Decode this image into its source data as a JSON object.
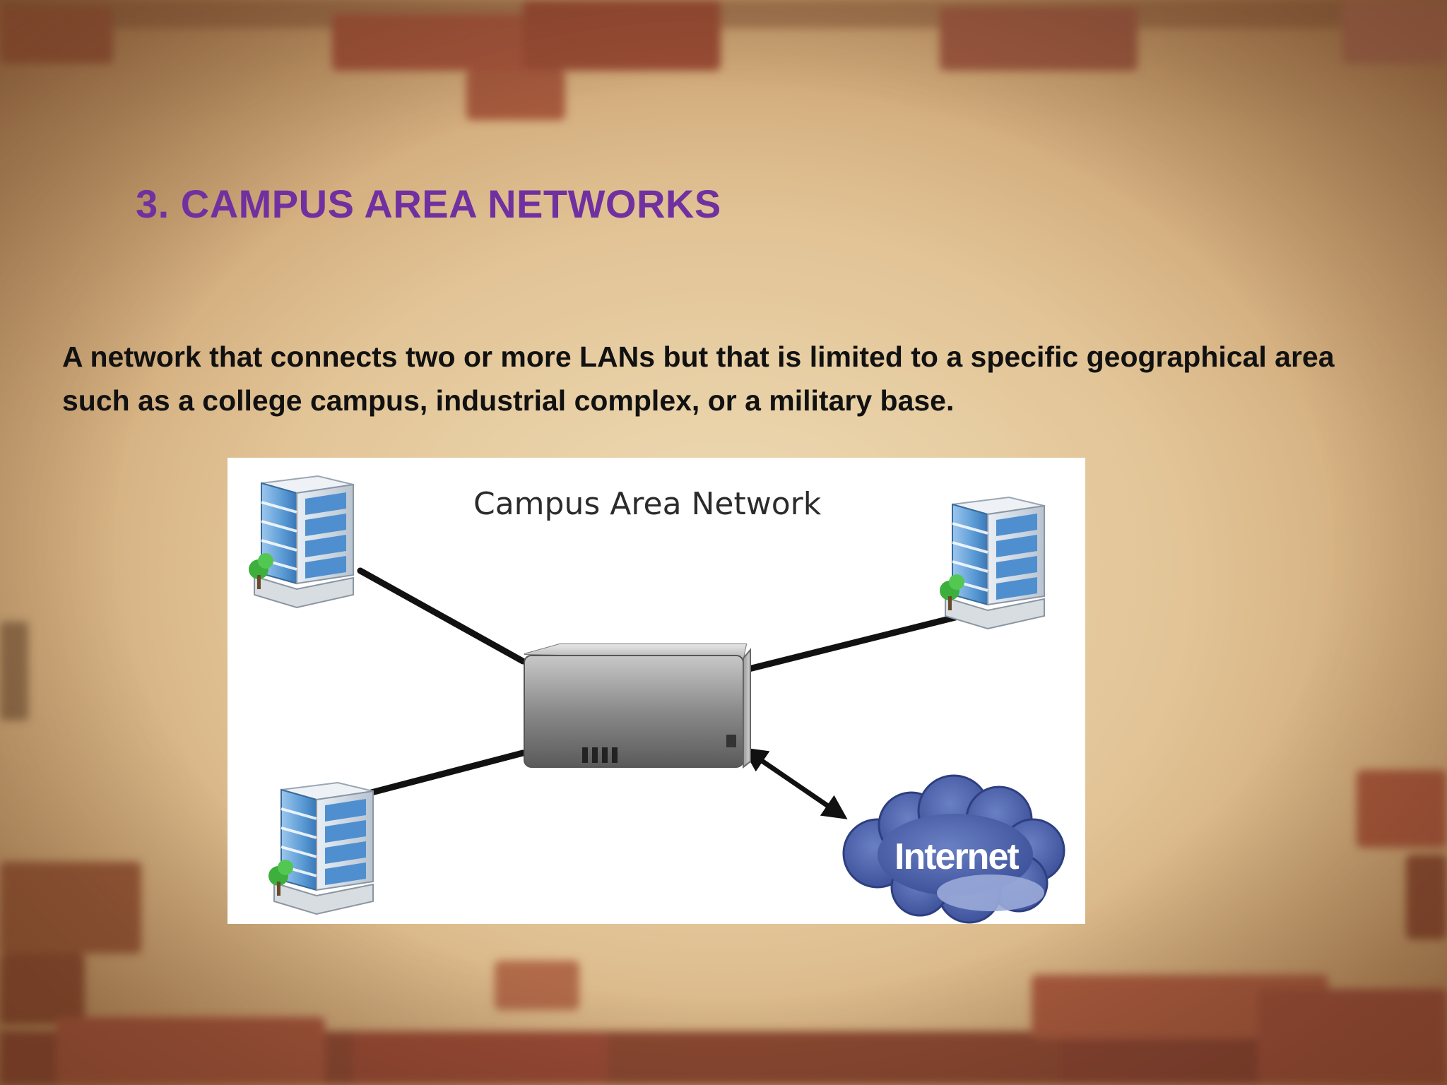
{
  "slide": {
    "title": "3. CAMPUS AREA NETWORKS",
    "body": "A network that connects two or more LANs but that is limited to a specific geographical area such as a college campus, industrial complex, or a military base."
  },
  "diagram": {
    "title": "Campus Area Network",
    "cloud_label": "Internet",
    "nodes": [
      {
        "name": "building-top-left",
        "icon": "office-building-icon"
      },
      {
        "name": "building-top-right",
        "icon": "office-building-icon"
      },
      {
        "name": "building-bottom-left",
        "icon": "office-building-icon"
      },
      {
        "name": "central-switch",
        "icon": "network-switch-icon"
      },
      {
        "name": "internet-cloud",
        "icon": "cloud-icon"
      }
    ]
  },
  "colors": {
    "title": "#7030a0",
    "body_text": "#111111",
    "building_glass": "#5b9bd5",
    "cloud": "#4a62a8"
  }
}
